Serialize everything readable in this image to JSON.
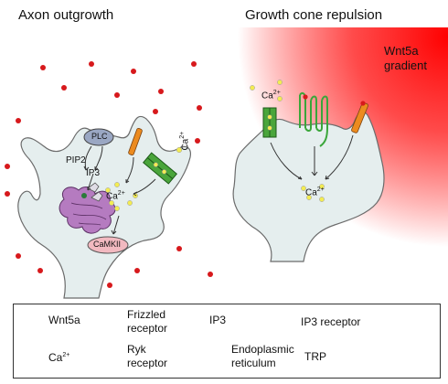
{
  "panels": {
    "left_title": "Axon outgrowth",
    "right_title": "Growth cone repulsion"
  },
  "gradient_label": {
    "line1": "Wnt5a",
    "line2": "gradient"
  },
  "colors": {
    "cell_fill": "#e5eeee",
    "cell_stroke": "#6b6b6b",
    "wnt5a": "#d7191c",
    "calcium": "#f3ec52",
    "ip3": "#2b7a3a",
    "frizzled": "#3aa63a",
    "ryk": "#ec8b1f",
    "trp": "#4aa53b",
    "er": "#b57bc0",
    "camkii": "#f2b9c0",
    "plc": "#9aa7c3",
    "gradient_red": "#ff0000"
  },
  "left_cell": {
    "plc": "PLC",
    "pip2": "PIP2",
    "ip3": "IP3",
    "ca": "Ca",
    "ca_sup": "2+",
    "camkii": "CaMKII",
    "trp_ca": "Ca",
    "trp_ca_sup": "2+"
  },
  "right_cell": {
    "ca_top": "Ca",
    "ca_top_sup": "2+",
    "ca_inner": "Ca",
    "ca_inner_sup": "2+"
  },
  "legend": {
    "wnt5a": "Wnt5a",
    "frizzled_line1": "Frizzled",
    "frizzled_line2": "receptor",
    "ip3": "IP3",
    "ip3_receptor": "IP3 receptor",
    "ca": "Ca",
    "ca_sup": "2+",
    "ryk_line1": "Ryk",
    "ryk_line2": "receptor",
    "er_line1": "Endoplasmic",
    "er_line2": "reticulum",
    "trp": "TRP"
  }
}
